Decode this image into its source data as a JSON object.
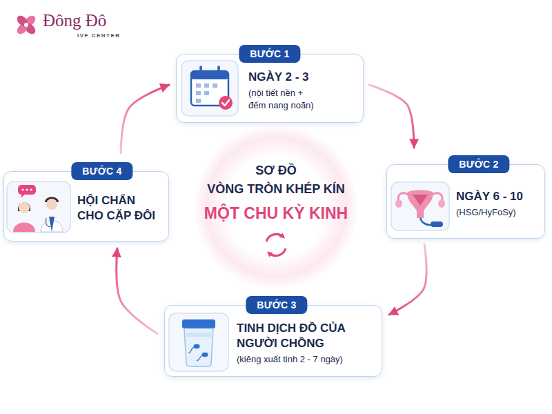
{
  "diagram": {
    "nodes": [
      {
        "text": [
          "BƯỚC 1",
          "NGÀY 2 - 3",
          "(nội tiết nền + đếm nang noãn)"
        ]
      },
      {
        "text": [
          "BƯỚC 2",
          "NGÀY 6 - 10",
          "(HSG/HyFoSy)"
        ]
      },
      {
        "text": [
          "BƯỚC 3",
          "TINH DỊCH ĐỒ CỦA NGƯỜI CHỒNG",
          "(kiêng xuất tinh 2 - 7 ngày)"
        ]
      },
      {
        "text": [
          "BƯỚC 4",
          "HỘI CHẨN CHO CẶP ĐÔI"
        ]
      },
      {
        "text": [
          "SƠ ĐỒ",
          "VÒNG TRÒN KHÉP KÍN",
          "MỘT CHU KỲ KINH"
        ]
      }
    ],
    "edges": [
      {
        "from": 0,
        "to": 1,
        "arrow": "to"
      },
      {
        "from": 1,
        "to": 2,
        "arrow": "to"
      },
      {
        "from": 2,
        "to": 3,
        "arrow": "to"
      },
      {
        "from": 3,
        "to": 0,
        "arrow": "to"
      }
    ],
    "labels": [
      "Đông Đô",
      "IVF CENTER"
    ]
  }
}
